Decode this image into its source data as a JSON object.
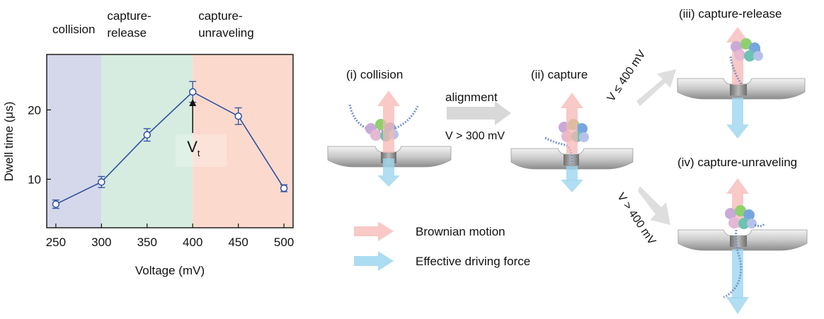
{
  "chart_data": {
    "type": "line",
    "x": [
      250,
      300,
      350,
      400,
      450,
      500
    ],
    "series": [
      {
        "name": "Dwell time",
        "values": [
          6.4,
          9.6,
          16.4,
          22.6,
          19.1,
          8.7
        ],
        "errors": [
          0.6,
          0.8,
          0.9,
          1.5,
          1.2,
          0.5
        ],
        "color": "#2f4fa2"
      }
    ],
    "xlabel": "Voltage (mV)",
    "ylabel": "Dwell time (μs)",
    "xlim": [
      240,
      510
    ],
    "ylim": [
      3,
      28
    ],
    "xticks": [
      250,
      300,
      350,
      400,
      450,
      500
    ],
    "yticks": [
      10,
      20
    ],
    "regions": [
      {
        "label_line1": "collision",
        "label_line2": "",
        "from": 240,
        "to": 300,
        "color": "#d5d8ea"
      },
      {
        "label_line1": "capture-",
        "label_line2": "release",
        "from": 300,
        "to": 400,
        "color": "#d6ece0"
      },
      {
        "label_line1": "capture-",
        "label_line2": "unraveling",
        "from": 400,
        "to": 510,
        "color": "#fbdacd"
      }
    ],
    "annotation": {
      "text": "V",
      "subscript": "t",
      "x": 400
    }
  },
  "schematic": {
    "stage1_label": "(i) collision",
    "stage2_label": "(ii) capture",
    "stage3_label": "(iii) capture-release",
    "stage4_label": "(iv) capture-unraveling",
    "transition1_top": "alignment",
    "transition1_bottom": "V > 300 mV",
    "transition2_label": "V ≤ 400 mV",
    "transition3_label": "V > 400 mV"
  },
  "legend": {
    "brownian": "Brownian motion",
    "driving": "Effective driving force",
    "brownian_color": "#f6b7b3",
    "driving_color": "#9dd6ef"
  }
}
